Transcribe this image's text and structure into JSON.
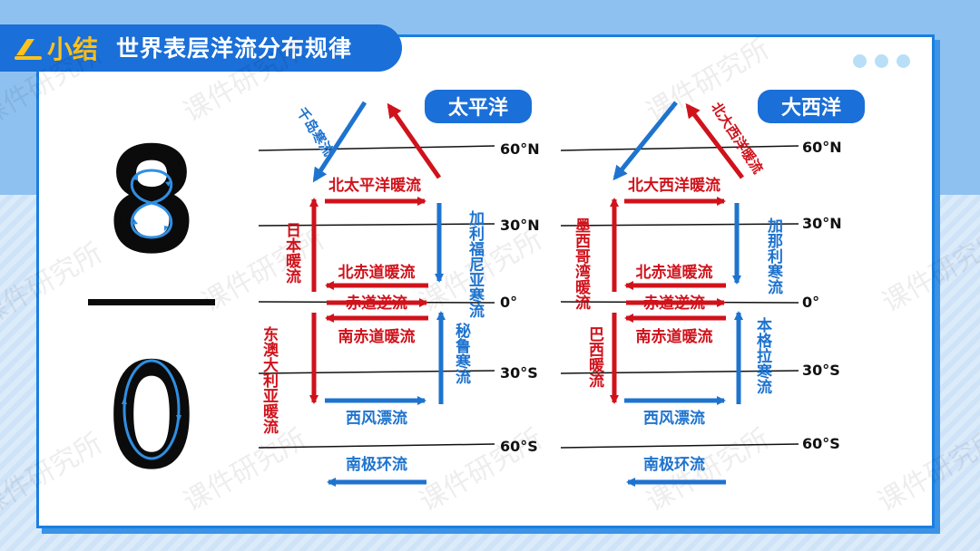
{
  "header": {
    "logo": "小结",
    "title": "世界表层洋流分布规律"
  },
  "big_digits": {
    "top": "8",
    "bottom": "0"
  },
  "latitudes": [
    "60°N",
    "30°N",
    "0°",
    "30°S",
    "60°S"
  ],
  "pacific": {
    "name": "太平洋",
    "currents": {
      "oyashio": "千岛寒流",
      "north_pacific": "北太平洋暖流",
      "kuroshio": "日本暖流",
      "california": "加利福尼亚寒流",
      "north_equatorial": "北赤道暖流",
      "counter": "赤道逆流",
      "south_equatorial": "南赤道暖流",
      "east_australian": "东澳大利亚暖流",
      "peru": "秘鲁寒流",
      "west_wind": "西风漂流",
      "antarctic": "南极环流"
    }
  },
  "atlantic": {
    "name": "大西洋",
    "currents": {
      "north_atlantic_drift": "北大西洋暖流",
      "north_atlantic": "北大西洋暖流",
      "gulf_stream": "墨西哥湾暖流",
      "canary": "加那利寒流",
      "north_equatorial": "北赤道暖流",
      "counter": "赤道逆流",
      "south_equatorial": "南赤道暖流",
      "brazil": "巴西暖流",
      "benguela": "本格拉寒流",
      "west_wind": "西风漂流",
      "antarctic": "南极环流"
    }
  },
  "watermark": "课件研究所",
  "colors": {
    "warm": "#d0121b",
    "cold": "#1e73cf",
    "accent": "#1a6fd8",
    "logo": "#ffc21a"
  }
}
